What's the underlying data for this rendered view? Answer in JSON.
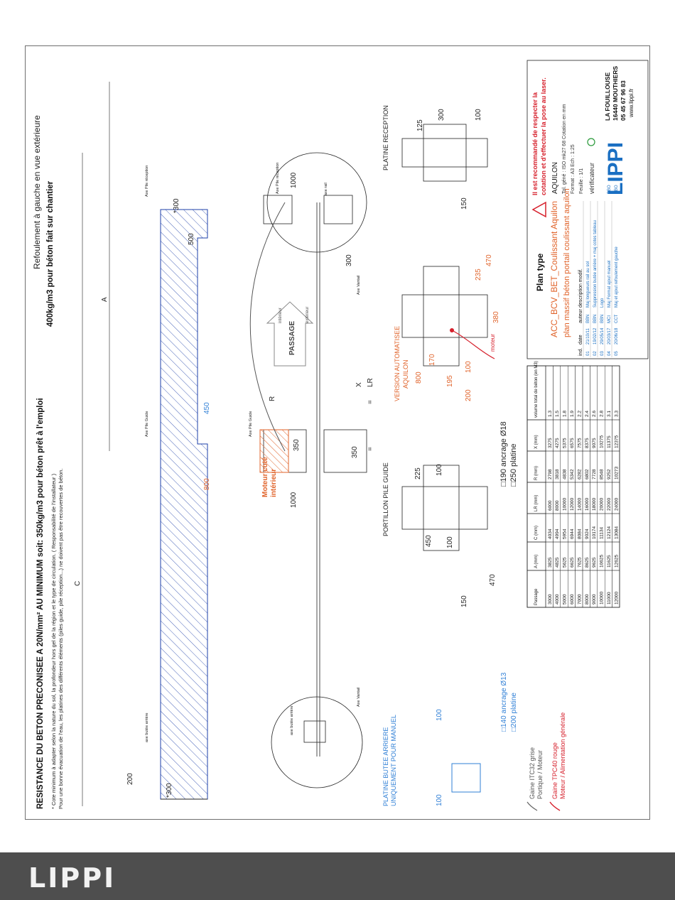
{
  "colors": {
    "orange": "#e0632a",
    "blue": "#2f7fd6",
    "red": "#d6202c",
    "hatch": "#1d3fa8",
    "line": "#222222",
    "logo_blue": "#1a6fc2",
    "green": "#2a9a3a"
  },
  "header": {
    "line1": "RESISTANCE DU BETON PRECONISEE A 20N/mm² AU MINIMUM soit:  350kg/m3 pour béton prêt à l'emploi",
    "line2": "400kg/m3 pour béton fait sur chantier",
    "note1": "* Cote minimum à adapter selon la nature du sol, la profondeur hors gel de la région et le type de circulation. ( Responsabilité de l'installateur )",
    "note2": "Pour une bonne évacuation de l'eau, les platines des différents éléments (piles guide, pile réception...) ne doivent pas être recouvertes de béton.",
    "refoulement": "Refoulement à gauche en vue extérieure"
  },
  "dims": {
    "C": "C",
    "A": "A",
    "R": "R",
    "LR": "LR",
    "X": "X",
    "d300_star_left": "*300",
    "d300_star_right": "*300",
    "d200": "200",
    "d500": "500",
    "d450_blue": "450",
    "d800_orange": "800",
    "d1000_top": "1000",
    "d1000_left": "1000",
    "d350a": "350",
    "d350b": "350",
    "d300_mid": "300",
    "eq1": "=",
    "eq2": "="
  },
  "plan_labels": {
    "axe_butee_arriere": "axe butée arrière",
    "axe_butee_arriere2": "axe butée arrière",
    "axe_pile_guide": "Axe Pile Guide",
    "axe_pile_guide2": "Axe Pile Guide",
    "axe_pile_reception": "Axe Pile réception",
    "axe_pile_reception2": "Axe Pile réception",
    "axe_vantail": "Axe Vantail",
    "axe_rail": "axe rail",
    "passage": "PASSAGE",
    "interieur": "intérieur",
    "exterieur": "extérieur",
    "moteur_line1": "Moteur coté",
    "moteur_line2": "intérieur"
  },
  "platine_butee": {
    "title1": "PLATINE BUTEE ARRIERE",
    "title2": "UNIQUEMENT POUR MANUEL",
    "d100": "100",
    "d100b": "100",
    "ancrage": "□140 ancrage Ø13",
    "platine": "□200 platine"
  },
  "portillon": {
    "title": "PORTILLON PILE GUIDE",
    "d450": "450",
    "d225": "225",
    "d100": "100",
    "d100b": "100",
    "d150": "150",
    "d470": "470",
    "ancrage": "□190 ancrage Ø18",
    "platine": "□250 platine"
  },
  "version_auto": {
    "title1": "VERSION AUTOMATISEE",
    "title2": "AQUILON",
    "d800": "800",
    "d170": "170",
    "d195": "195",
    "d200": "200",
    "d100": "100",
    "d235": "235",
    "d470": "470",
    "d380": "380",
    "moteur": "moteur"
  },
  "platine_reception": {
    "title": "PLATINE RECEPTION",
    "d125": "125",
    "d300": "300",
    "d100": "100",
    "d150": "150"
  },
  "table": {
    "headers": [
      "Passage",
      "A (mm)",
      "C (mm)",
      "LR (mm)",
      "R (mm)",
      "X (mm)",
      "volume total de béton (en M3)"
    ],
    "rows": [
      [
        "3000",
        "3825",
        "4034",
        "6000",
        "2798",
        "3275",
        "1.3"
      ],
      [
        "4000",
        "4825",
        "4994",
        "8000",
        "3818",
        "4275",
        "1.5"
      ],
      [
        "5000",
        "5625",
        "5954",
        "10000",
        "4838",
        "5375",
        "1.8"
      ],
      [
        "6000",
        "6625",
        "6944",
        "12000",
        "5342",
        "6575",
        "1.9"
      ],
      [
        "7000",
        "7625",
        "8084",
        "14000",
        "6282",
        "7575",
        "2.2"
      ],
      [
        "8000",
        "8625",
        "9024",
        "16000",
        "6802",
        "8375",
        "2.4"
      ],
      [
        "9000",
        "9625",
        "10174",
        "18000",
        "7728",
        "9075",
        "2.6"
      ],
      [
        "10000",
        "10625",
        "11134",
        "20000",
        "8548",
        "10275",
        "2.8"
      ],
      [
        "11000",
        "11625",
        "12124",
        "22000",
        "9252",
        "11375",
        "3.1"
      ],
      [
        "12000",
        "12625",
        "13084",
        "24000",
        "10273",
        "12375",
        "3.3"
      ]
    ]
  },
  "legend": {
    "gaine1": "Gaine ITC32 grise",
    "gaine1b": "Portique / Moteur",
    "gaine2": "Gaine TPC40 rouge",
    "gaine2b": "Moteur / Alimentation générale"
  },
  "cartouche": {
    "plan_type": "Plan type",
    "ref": "ACC_BCV_BET_Coulissant Aquilon",
    "desc": "plan massif béton portail coulissant aquilon",
    "warning1": "Il est recommandé de respecter la",
    "warning2": "cotation et d'effectuer la pose au laser.",
    "aquilon": "AQUILON",
    "tol": "Tol. géné : ISO mk27 68 Cotation en mm",
    "format": "Format : A3   Ech : 1:25",
    "feuille": "Feuille : 1/1",
    "verificateur": "vérificateur",
    "rev_headers": [
      "ind.",
      "date",
      "auteur",
      "description modif."
    ],
    "revisions": [
      [
        "01",
        "21/10/11",
        "BBN",
        "Maj longueurs rail au sol",
        ""
      ],
      [
        "02",
        "19/02/12",
        "BBN",
        "Suppression butée arrière + maj cotes tableau",
        ""
      ],
      [
        "03",
        "29/05/14",
        "BBN",
        "Logo",
        ""
      ],
      [
        "04",
        "20/03/17",
        "MCI",
        "Maj Format ajout manuel",
        "BBO"
      ],
      [
        "05",
        "20/06/18",
        "CCT",
        "Maj et ajout refoulement gauche",
        "BBO"
      ]
    ],
    "logo": "LIPPI",
    "company1": "LA FOUILLOUSE",
    "company2": "16440 MOUTHIERS",
    "company3": "05 45 67 96 83",
    "company4": "www.lippi.fr"
  },
  "footer": {
    "logo": "LIPPI"
  }
}
